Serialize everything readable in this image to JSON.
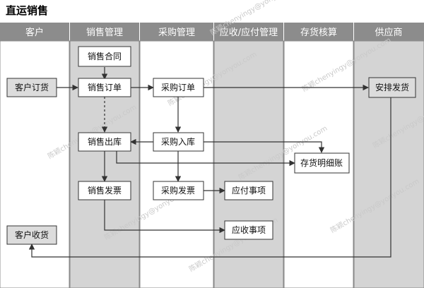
{
  "title": "直运销售",
  "lanes": [
    {
      "id": "customer",
      "label": "客户"
    },
    {
      "id": "sales",
      "label": "销售管理"
    },
    {
      "id": "purchase",
      "label": "采购管理"
    },
    {
      "id": "apar",
      "label": "应收/应付管理"
    },
    {
      "id": "inventory",
      "label": "存货核算"
    },
    {
      "id": "supplier",
      "label": "供应商"
    }
  ],
  "nodes": [
    {
      "id": "sales-contract",
      "label": "销售合同",
      "style": "white"
    },
    {
      "id": "sales-order",
      "label": "销售订单",
      "style": "white"
    },
    {
      "id": "sales-outbound",
      "label": "销售出库",
      "style": "white"
    },
    {
      "id": "sales-invoice",
      "label": "销售发票",
      "style": "white"
    },
    {
      "id": "purchase-order",
      "label": "采购订单",
      "style": "white"
    },
    {
      "id": "purchase-inbound",
      "label": "采购入库",
      "style": "white"
    },
    {
      "id": "purchase-invoice",
      "label": "采购发票",
      "style": "white"
    },
    {
      "id": "payable",
      "label": "应付事项",
      "style": "white"
    },
    {
      "id": "receivable",
      "label": "应收事项",
      "style": "white"
    },
    {
      "id": "inventory-ledger",
      "label": "存货明细账",
      "style": "white"
    },
    {
      "id": "customer-order",
      "label": "客户订货",
      "style": "gray"
    },
    {
      "id": "customer-receipt",
      "label": "客户收货",
      "style": "gray"
    },
    {
      "id": "arrange-delivery",
      "label": "安排发货",
      "style": "gray"
    }
  ],
  "edges": [
    {
      "from": "sales-contract",
      "to": "sales-order",
      "style": "solid"
    },
    {
      "from": "customer-order",
      "to": "sales-order",
      "style": "solid"
    },
    {
      "from": "sales-order",
      "to": "purchase-order",
      "style": "solid"
    },
    {
      "from": "purchase-order",
      "to": "arrange-delivery",
      "style": "solid"
    },
    {
      "from": "sales-order",
      "to": "sales-outbound",
      "style": "dashed"
    },
    {
      "from": "purchase-order",
      "to": "purchase-inbound",
      "style": "solid"
    },
    {
      "from": "purchase-inbound",
      "to": "sales-outbound",
      "style": "solid"
    },
    {
      "from": "purchase-inbound",
      "to": "inventory-ledger",
      "style": "solid"
    },
    {
      "from": "sales-outbound",
      "to": "inventory-ledger",
      "style": "solid"
    },
    {
      "from": "sales-outbound",
      "to": "sales-invoice",
      "style": "solid"
    },
    {
      "from": "purchase-inbound",
      "to": "purchase-invoice",
      "style": "solid"
    },
    {
      "from": "purchase-invoice",
      "to": "payable",
      "style": "solid"
    },
    {
      "from": "sales-invoice",
      "to": "receivable",
      "style": "solid"
    },
    {
      "from": "arrange-delivery",
      "to": "customer-receipt",
      "style": "solid"
    }
  ],
  "watermark": "陈颖chenyingy@yonyou.com",
  "colors": {
    "header_bg": "#8c8c8c",
    "lane_bg": "#d4d4d4",
    "node_white": "#ffffff",
    "node_gray": "#dcdcdc",
    "stroke": "#333333",
    "watermark": "#c9c9c9"
  }
}
